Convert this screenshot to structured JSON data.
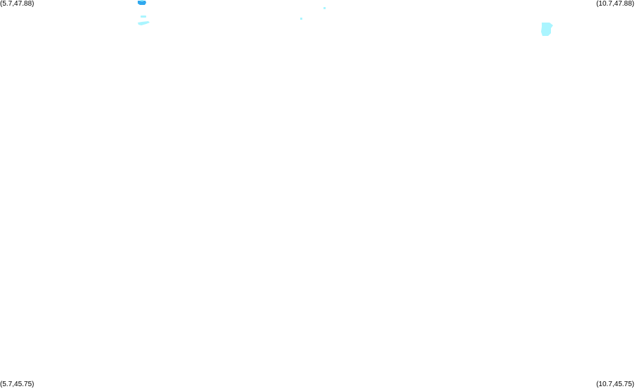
{
  "map": {
    "corners": {
      "top_left": "(5.7,47.88)",
      "top_right": "(10.7,47.88)",
      "bottom_left": "(5.7,45.75)",
      "bottom_right": "(10.7,45.75)"
    },
    "colors": {
      "background": "#ffffff",
      "light_cyan": "#aaf5ff",
      "mid_cyan": "#80e6ff",
      "deep_blue": "#30a8ee"
    }
  }
}
